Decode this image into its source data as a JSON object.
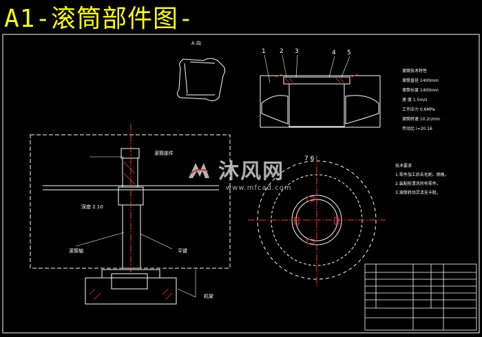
{
  "title": "A1-滚筒部件图-",
  "view_label": "A 向",
  "part_numbers": [
    "1",
    "2",
    "3",
    "4",
    "5"
  ],
  "view_part_numbers": "7 6",
  "callouts": {
    "top_left": "滚筒部件",
    "depth": "深度 2.10",
    "shaft_left": "滚筒轴",
    "key": "平键",
    "frame": "机架"
  },
  "spec_title": "滚筒技术特性",
  "spec_lines": [
    "滚筒直径 1400mm",
    "滚筒长度 1400mm",
    "速 度 1.5m/s",
    "工作压力 0.6MPa",
    "滚筒转速 10.2r/min",
    "传动比 i=20.16"
  ],
  "tech_title": "技术要求",
  "tech_lines": [
    "1.零件加工后去毛刺、倒角。",
    "2.装配前清洗所有零件。",
    "3.滚筒转动灵活无卡阻。"
  ],
  "watermark": {
    "brand": "沐风网",
    "site": "www.mfcad.com"
  },
  "colors": {
    "frame": "#ffffff",
    "title": "#ffff00",
    "hatch": "#ff3333",
    "centerline": "#ff3333",
    "dim": "#7fbfff"
  }
}
